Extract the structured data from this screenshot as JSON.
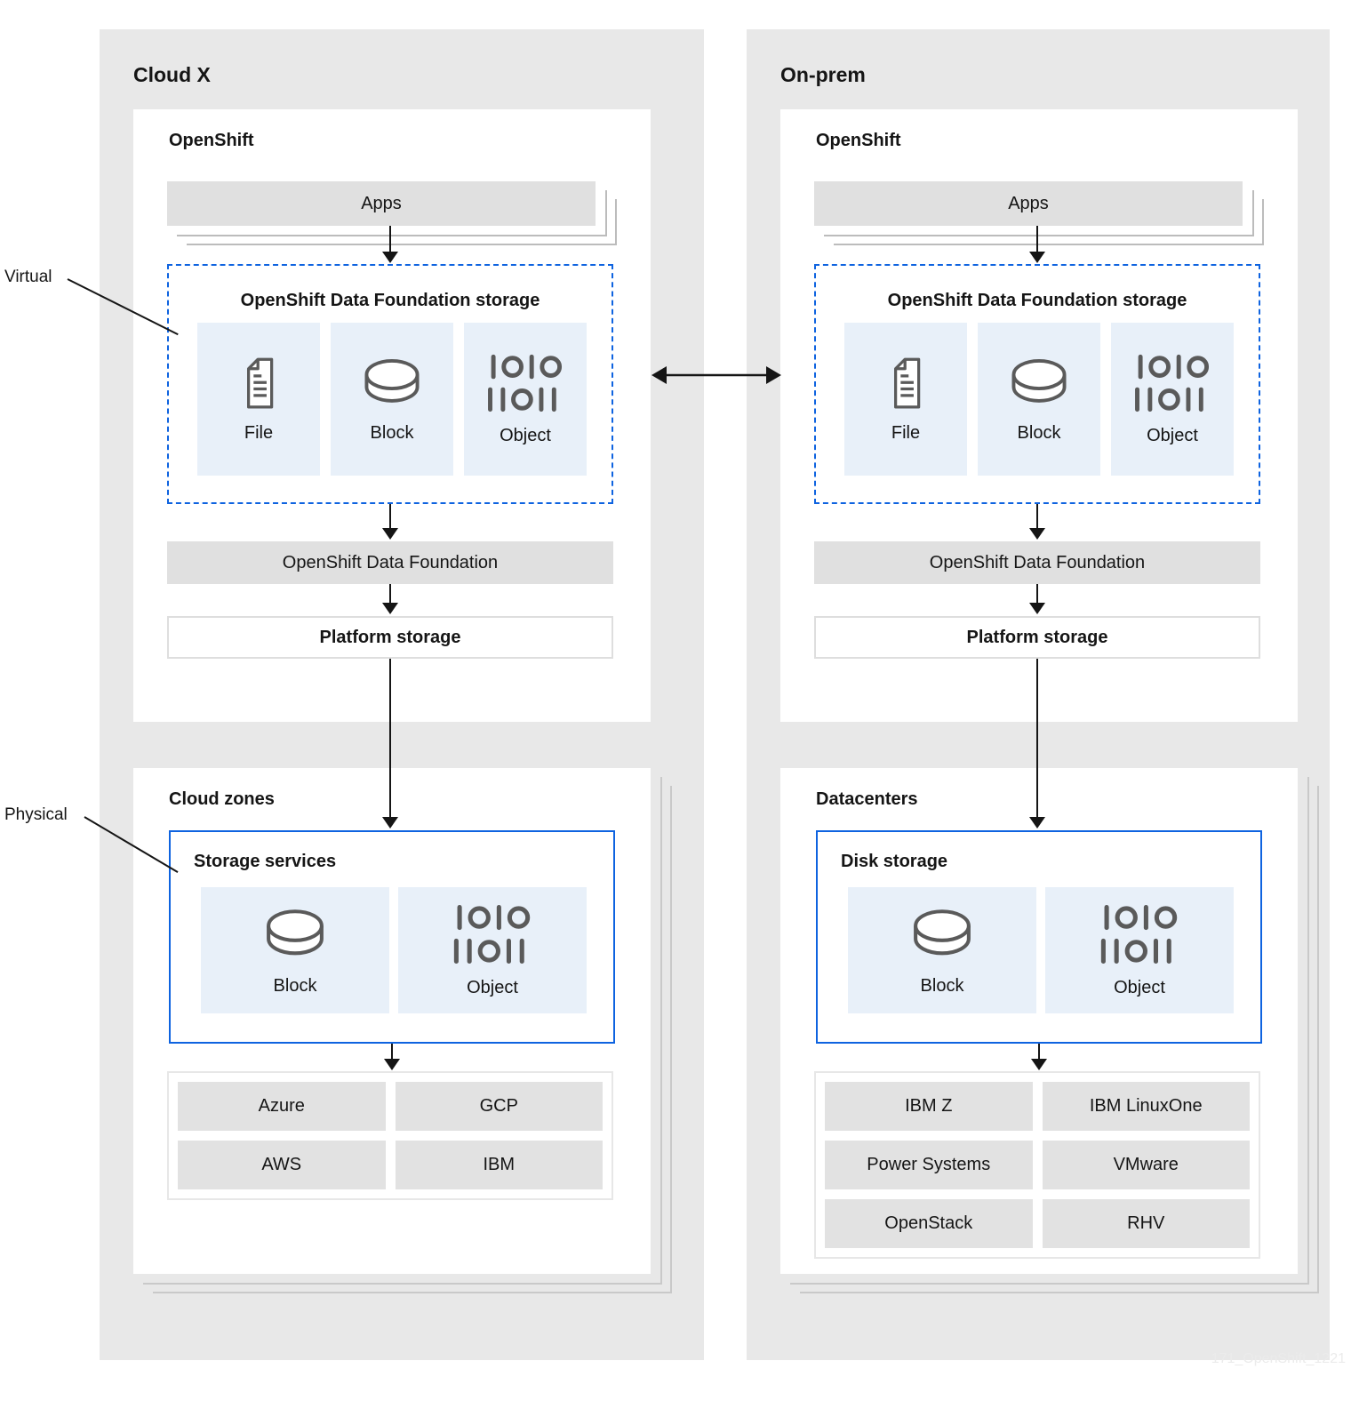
{
  "side_labels": {
    "virtual": "Virtual",
    "physical": "Physical"
  },
  "watermark": "171_OpenShift_1221",
  "colors": {
    "accent_blue": "#0e63e0",
    "tile_blue": "#e8f0f9",
    "panel_gray": "#e8e8e8",
    "bar_gray": "#e0e0e0",
    "chip_gray": "#e2e2e2",
    "icon_gray": "#5a5a5a",
    "text_dark": "#151515",
    "watermark_gray": "#ebebeb"
  },
  "panels": [
    {
      "title": "Cloud X",
      "openshift": {
        "title": "OpenShift",
        "apps_label": "Apps",
        "storage": {
          "title": "OpenShift Data Foundation storage",
          "tiles": [
            {
              "label": "File",
              "icon": "file-icon"
            },
            {
              "label": "Block",
              "icon": "block-icon"
            },
            {
              "label": "Object",
              "icon": "object-icon"
            }
          ]
        },
        "odf_label": "OpenShift Data Foundation",
        "platform_label": "Platform storage"
      },
      "infrastructure": {
        "title": "Cloud zones",
        "storage_box": {
          "title": "Storage services",
          "tiles": [
            {
              "label": "Block",
              "icon": "block-icon"
            },
            {
              "label": "Object",
              "icon": "object-icon"
            }
          ]
        },
        "providers": [
          "Azure",
          "GCP",
          "AWS",
          "IBM"
        ]
      }
    },
    {
      "title": "On-prem",
      "openshift": {
        "title": "OpenShift",
        "apps_label": "Apps",
        "storage": {
          "title": "OpenShift Data Foundation storage",
          "tiles": [
            {
              "label": "File",
              "icon": "file-icon"
            },
            {
              "label": "Block",
              "icon": "block-icon"
            },
            {
              "label": "Object",
              "icon": "object-icon"
            }
          ]
        },
        "odf_label": "OpenShift Data Foundation",
        "platform_label": "Platform storage"
      },
      "infrastructure": {
        "title": "Datacenters",
        "storage_box": {
          "title": "Disk storage",
          "tiles": [
            {
              "label": "Block",
              "icon": "block-icon"
            },
            {
              "label": "Object",
              "icon": "object-icon"
            }
          ]
        },
        "providers": [
          "IBM Z",
          "IBM LinuxOne",
          "Power Systems",
          "VMware",
          "OpenStack",
          "RHV"
        ]
      }
    }
  ]
}
